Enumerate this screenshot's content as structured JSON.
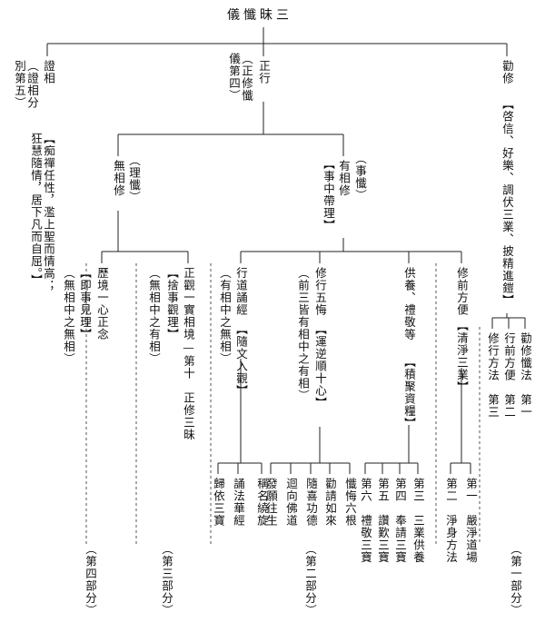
{
  "title": "儀懺昧三",
  "nodes": {
    "zheng_xing": "正行",
    "zheng_xing_note": "（正修懺儀第四）",
    "zheng_xiang": "證相",
    "zheng_xiang_note": "（證相分別第五）",
    "zheng_xiang_desc": "【痴禪任性，濫上聖而情高；狂慧隨情，居下凡而自屈。】",
    "quan_xiu": "勸修",
    "quan_xiu_desc": "【啓信、好樂、調伏三業、披精進鎧】",
    "wu_xiang_xiu": "無相修",
    "wu_xiang_xiu_note": "（理懺）",
    "you_xiang_xiu": "有相修",
    "you_xiang_xiu_note": "（事懺）",
    "you_xiang_xiu_desc": "【事中帶理】",
    "li_jing": "歷境一心正念",
    "li_jing_desc": "【即事見理】",
    "li_jing_note": "（無相中之無相）",
    "zheng_guan": "正觀一實相境—第十　正修三昧",
    "zheng_guan_desc": "【捨事觀理】",
    "zheng_guan_note": "（無相中之有相）",
    "xing_dao": "行道誦經",
    "xing_dao_desc": "【隨文入觀】",
    "xing_dao_note": "（有相中之無相）",
    "wu_hui": "修行五悔",
    "wu_hui_desc": "【運逆順十心】",
    "wu_hui_note": "（前三皆有相中之有相）",
    "gong_yang": "供養、禮敬等",
    "gong_yang_desc": "【積聚資糧】",
    "qian_fang_bian": "修前方便",
    "qian_fang_bian_desc": "【清淨三業】",
    "quan_xiu_chan": "勸修懺法　第一",
    "xing_qian": "行前方便　第二",
    "xiu_xing": "修行方法　第三",
    "leaf_1": "稱名繞旋",
    "leaf_2": "誦法華經",
    "leaf_3": "歸依三寶",
    "leaf_4": "懺悔六根",
    "leaf_5": "勸請如來",
    "leaf_6": "隨喜功德",
    "leaf_7": "迴向佛道",
    "leaf_8": "發願往生",
    "leaf_9": "第三　三業供養",
    "leaf_10": "第四　奉請三寶",
    "leaf_11": "第五　讚歎三寶",
    "leaf_12": "第六　禮敬三寶",
    "leaf_13": "第一　嚴淨道場",
    "leaf_14": "第二　淨身方法",
    "part_1": "（第一部分）",
    "part_2": "（第二部分）",
    "part_3": "（第三部分）",
    "part_4": "（第四部分）"
  }
}
